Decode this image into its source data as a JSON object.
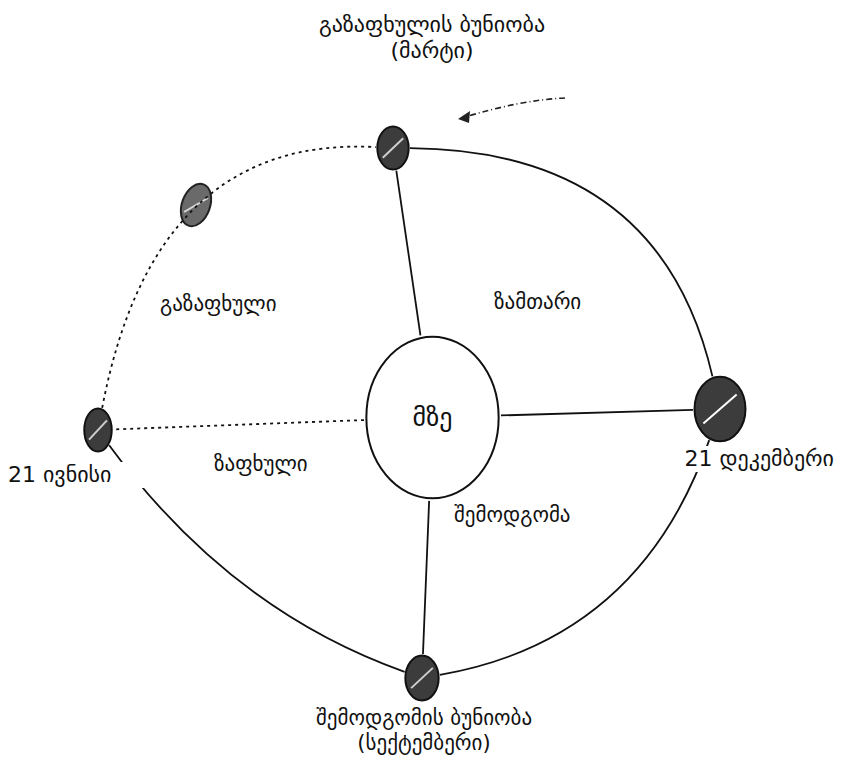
{
  "diagram": {
    "nodes": [
      {
        "text": [
          "გაზაფხულის ბუნიობა (მარტი)"
        ]
      },
      {
        "text": [
          "მზე"
        ]
      },
      {
        "text": [
          "21 ივნისი"
        ]
      },
      {
        "text": [
          "21 დეკემბერი"
        ]
      },
      {
        "text": [
          "შემოდგომის ბუნიობა (სექტემბერი)"
        ]
      }
    ],
    "edges": [
      {
        "from": 1,
        "to": 0,
        "arrow": "none"
      },
      {
        "from": 1,
        "to": 3,
        "arrow": "none"
      },
      {
        "from": 1,
        "to": 4,
        "arrow": "none"
      },
      {
        "from": 1,
        "to": 2,
        "arrow": "none"
      },
      {
        "from": 0,
        "to": 3,
        "arrow": "none"
      },
      {
        "from": 3,
        "to": 4,
        "arrow": "none"
      },
      {
        "from": 4,
        "to": 2,
        "arrow": "none"
      },
      {
        "from": 2,
        "to": 0,
        "arrow": "none"
      }
    ],
    "labels": [
      "გაზაფხული",
      "ზამთარი",
      "ზაფხული",
      "შემოდგომა"
    ]
  }
}
